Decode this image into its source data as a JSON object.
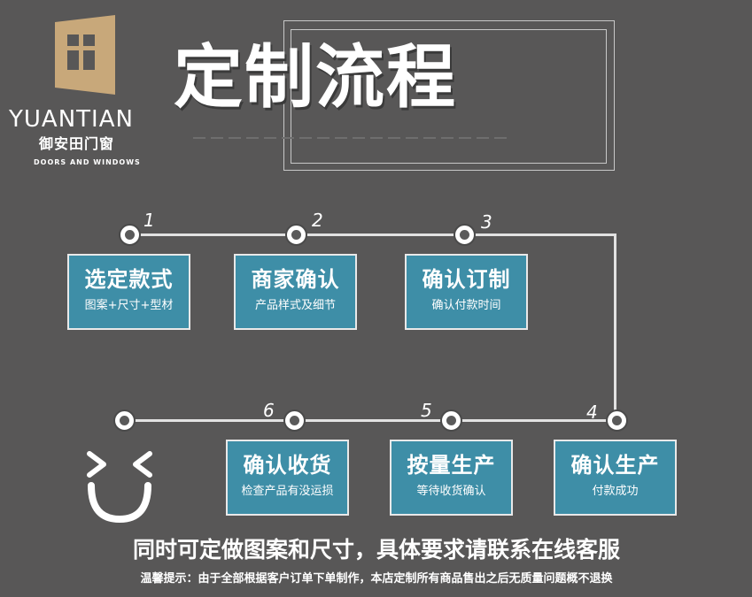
{
  "logo": {
    "latin_name": "YUANTIAN",
    "chinese_name": "御安田门窗",
    "tagline": "DOORS AND WINDOWS",
    "emblem_icon": "house-window-icon",
    "emblem_color": "#c8a87a"
  },
  "title": "定制流程",
  "steps": [
    {
      "number": "1",
      "title": "选定款式",
      "subtitle": "图案+尺寸+型材"
    },
    {
      "number": "2",
      "title": "商家确认",
      "subtitle": "产品样式及细节"
    },
    {
      "number": "3",
      "title": "确认订制",
      "subtitle": "确认付款时间"
    },
    {
      "number": "4",
      "title": "确认生产",
      "subtitle": "付款成功"
    },
    {
      "number": "5",
      "title": "按量生产",
      "subtitle": "等待收货确认"
    },
    {
      "number": "6",
      "title": "确认收货",
      "subtitle": "检查产品有没运损"
    }
  ],
  "end_icon": "smiley-icon",
  "footer": {
    "main": "同时可定做图案和尺寸，具体要求请联系在线客服",
    "tip": "温馨提示：由于全部根据客户订单下单制作，本店定制所有商品售出之后无质量问题概不退换"
  },
  "colors": {
    "background": "#585757",
    "box": "#3e8ea7",
    "line": "#e2e2e2"
  }
}
